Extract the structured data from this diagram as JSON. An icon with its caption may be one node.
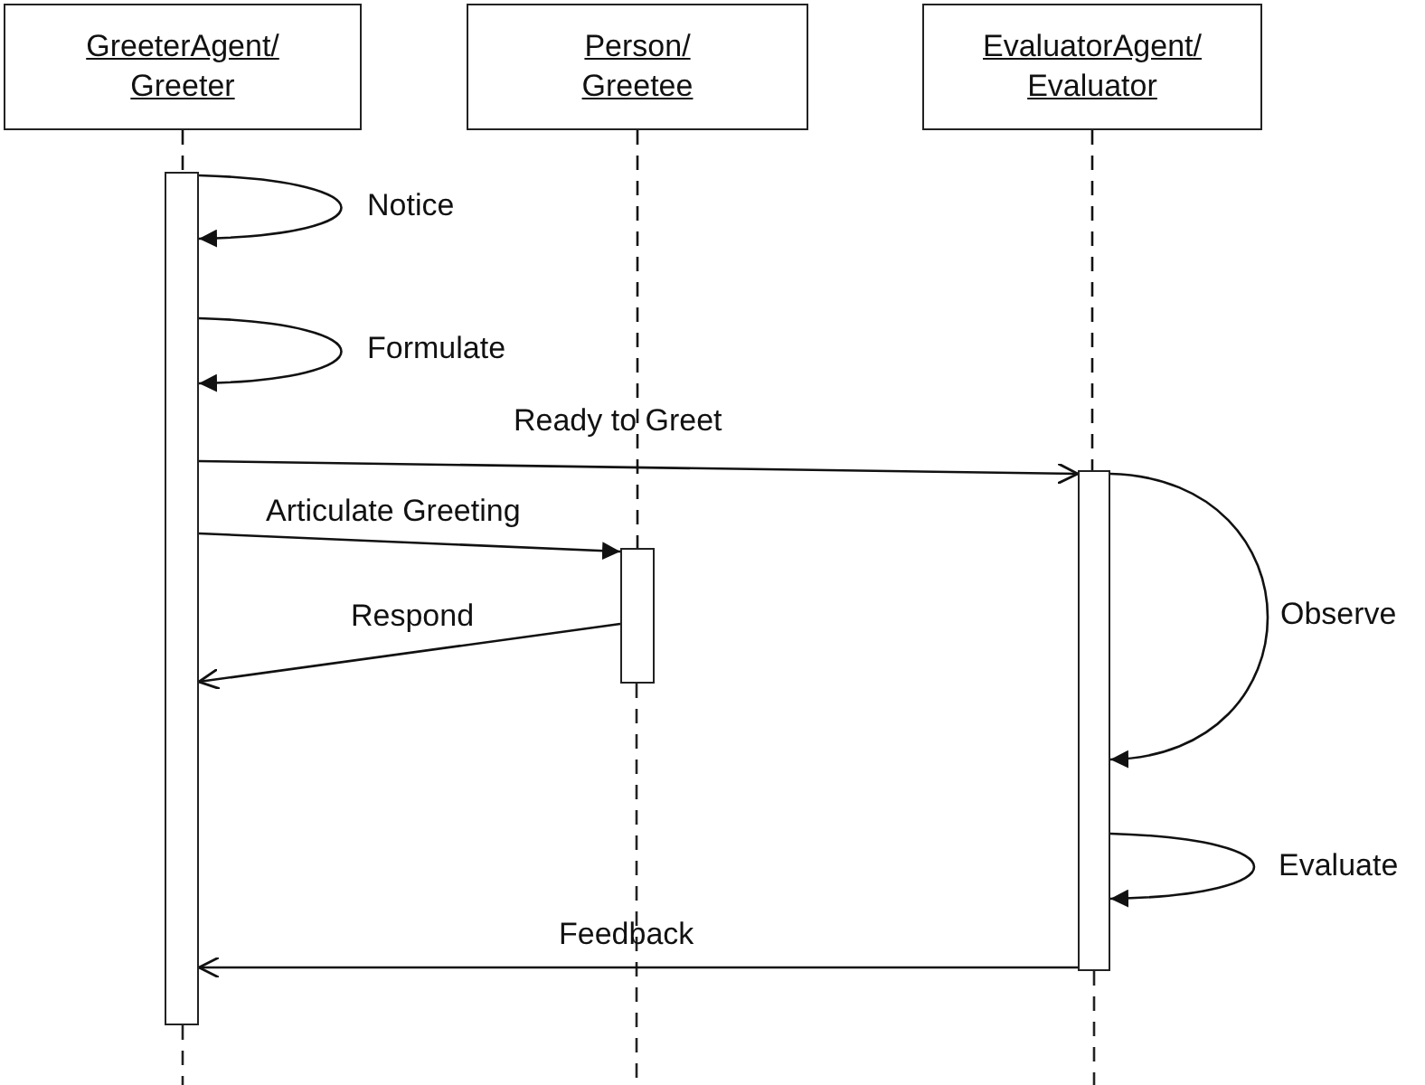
{
  "diagram": {
    "nodes": [
      {
        "text": [
          "GreeterAgent/ Greeter"
        ]
      },
      {
        "text": [
          "Person/ Greetee"
        ]
      },
      {
        "text": [
          "EvaluatorAgent/ Evaluator"
        ]
      },
      {
        "text": [],
        "shape": "bar"
      },
      {
        "text": [],
        "shape": "bar"
      },
      {
        "text": [],
        "shape": "bar"
      }
    ],
    "edges": [
      {
        "from": 0,
        "to": 3,
        "arrow": "none",
        "style": "dashed"
      },
      {
        "from": 1,
        "to": 4,
        "arrow": "none",
        "style": "dashed"
      },
      {
        "from": 2,
        "to": 5,
        "arrow": "none",
        "style": "dashed"
      },
      {
        "from": 3,
        "to": 3,
        "arrow": "to",
        "label": "Notice"
      },
      {
        "from": 3,
        "to": 3,
        "arrow": "to",
        "label": "Formulate"
      },
      {
        "from": 3,
        "to": 5,
        "arrow": "to",
        "label": "Ready to Greet"
      },
      {
        "from": 3,
        "to": 4,
        "arrow": "to",
        "label": "Articulate Greeting"
      },
      {
        "from": 4,
        "to": 3,
        "arrow": "to",
        "label": "Respond"
      },
      {
        "from": 5,
        "to": 5,
        "arrow": "to",
        "label": "Observe"
      },
      {
        "from": 5,
        "to": 5,
        "arrow": "to",
        "label": "Evaluate"
      },
      {
        "from": 5,
        "to": 3,
        "arrow": "to",
        "label": "Feedback"
      }
    ]
  }
}
